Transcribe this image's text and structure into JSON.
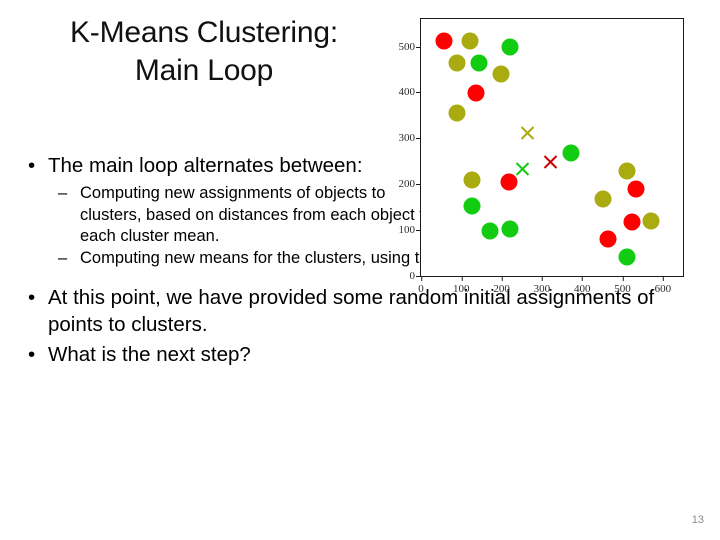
{
  "slide": {
    "title_lines": [
      "K-Means Clustering:",
      "Main Loop"
    ],
    "page_number": "13",
    "bullet_char": "•",
    "dash_char": "–",
    "bullets": [
      {
        "text": "The main loop alternates between:",
        "sub": [
          "Computing new assignments of objects to clusters, based on distances from each object to each cluster mean.",
          "Computing new means for the clusters, using the current cluster assignments."
        ]
      },
      {
        "text": "At this point, we have provided some random initial assignments of points to clusters.",
        "sub": []
      },
      {
        "text": "What is the next step?",
        "sub": []
      }
    ]
  },
  "colors": {
    "red": "#FF0000",
    "green": "#11CC11",
    "olive": "#AAAA11",
    "axis": "#1a1a1a",
    "page_number": "#8c8c8c"
  },
  "chart_data": {
    "type": "scatter",
    "title": "",
    "xlabel": "",
    "ylabel": "",
    "xlim": [
      0,
      650
    ],
    "ylim": [
      0,
      560
    ],
    "xticks": [
      0,
      100,
      200,
      300,
      400,
      500,
      600
    ],
    "yticks": [
      0,
      100,
      200,
      300,
      400,
      500
    ],
    "grid": false,
    "legend": "none",
    "series": [
      {
        "name": "cluster-red-points",
        "marker": "circle",
        "color": "#FF0000",
        "points": [
          [
            58,
            513
          ],
          [
            137,
            399
          ],
          [
            218,
            205
          ],
          [
            533,
            190
          ],
          [
            524,
            118
          ],
          [
            463,
            81
          ]
        ]
      },
      {
        "name": "cluster-green-points",
        "marker": "circle",
        "color": "#11CC11",
        "points": [
          [
            145,
            465
          ],
          [
            222,
            498
          ],
          [
            372,
            268
          ],
          [
            126,
            152
          ],
          [
            172,
            99
          ],
          [
            222,
            102
          ],
          [
            511,
            41
          ]
        ]
      },
      {
        "name": "cluster-olive-points",
        "marker": "circle",
        "color": "#AAAA11",
        "points": [
          [
            121,
            513
          ],
          [
            90,
            465
          ],
          [
            198,
            440
          ],
          [
            89,
            355
          ],
          [
            126,
            210
          ],
          [
            510,
            229
          ],
          [
            451,
            167
          ],
          [
            570,
            120
          ]
        ]
      },
      {
        "name": "centroid-olive",
        "marker": "x",
        "color": "#AAAA11",
        "points": [
          [
            263,
            312
          ]
        ]
      },
      {
        "name": "centroid-green",
        "marker": "x",
        "color": "#11CC11",
        "points": [
          [
            251,
            234
          ]
        ]
      },
      {
        "name": "centroid-red",
        "marker": "x",
        "color": "#CC0000",
        "points": [
          [
            322,
            249
          ]
        ]
      }
    ]
  }
}
